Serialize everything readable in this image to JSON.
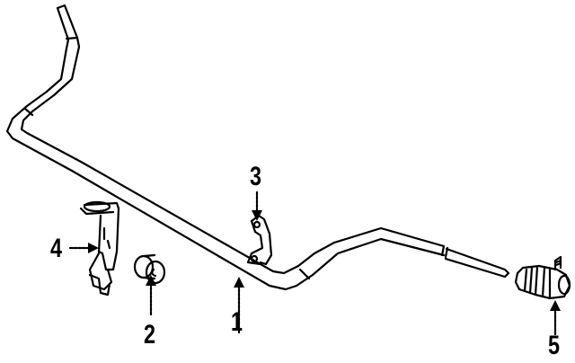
{
  "diagram": {
    "subject": "stabilizer bar assembly",
    "line_color": "#000000",
    "background": "#ffffff",
    "callouts": [
      {
        "id": "1",
        "label": "1",
        "part": "stabilizer-bar"
      },
      {
        "id": "2",
        "label": "2",
        "part": "bushing"
      },
      {
        "id": "3",
        "label": "3",
        "part": "bushing-clamp"
      },
      {
        "id": "4",
        "label": "4",
        "part": "bracket"
      },
      {
        "id": "5",
        "label": "5",
        "part": "stabilizer-link-end"
      }
    ]
  }
}
